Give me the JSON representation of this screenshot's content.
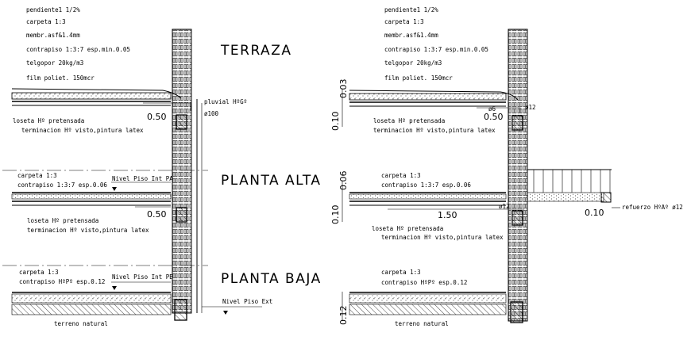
{
  "left_detail": {
    "roof_notes": [
      "pendiente1 1/2%",
      "carpeta 1:3",
      "membr.asf&1.4mm",
      "contrapiso 1:3:7 esp.min.0.05",
      "telgopor 20kg/m3",
      "film poliet. 150mcr"
    ],
    "section_titles": [
      "TERRAZA",
      "PLANTA ALTA",
      "PLANTA BAJA"
    ],
    "pluvial": "pluvial HºGº",
    "pluvial_dia": "ø100",
    "dim_050": "0.50",
    "slab_notes": [
      "loseta Hº pretensada",
      "terminacion Hº visto,pintura latex"
    ],
    "upper_floor_notes": [
      "carpeta 1:3",
      "contrapiso 1:3:7 esp.0.06"
    ],
    "level_pa": "Nivel Piso Int PA",
    "ground_notes": [
      "carpeta 1:3",
      "contrapiso HºPº esp.0.12"
    ],
    "level_pb": "Nivel Piso Int PB",
    "level_ext": "Nivel Piso Ext",
    "terrain": "terreno natural"
  },
  "right_detail": {
    "roof_notes": [
      "pendiente1 1/2%",
      "carpeta 1:3",
      "membr.asf&1.4mm",
      "contrapiso 1:3:7 esp.min.0.05",
      "telgopor 20kg/m3",
      "film poliet. 150mcr"
    ],
    "dim_003": "0.03",
    "dim_010": "0.10",
    "dim_006": "0.06",
    "dim_012": "0.12",
    "dim_050": "0.50",
    "dim_150": "1.50",
    "bar_6": "ø6",
    "bar_12": "ø12",
    "slab_notes": [
      "loseta Hº pretensada",
      "terminacion Hº visto,pintura latex"
    ],
    "upper_floor_notes": [
      "carpeta 1:3",
      "contrapiso 1:3:7 esp.0.06"
    ],
    "refuerzo": "refuerzo HºAº ø12",
    "ground_notes": [
      "carpeta 1:3",
      "contrapiso HºPº esp.0.12"
    ],
    "terrain": "terreno natural"
  }
}
